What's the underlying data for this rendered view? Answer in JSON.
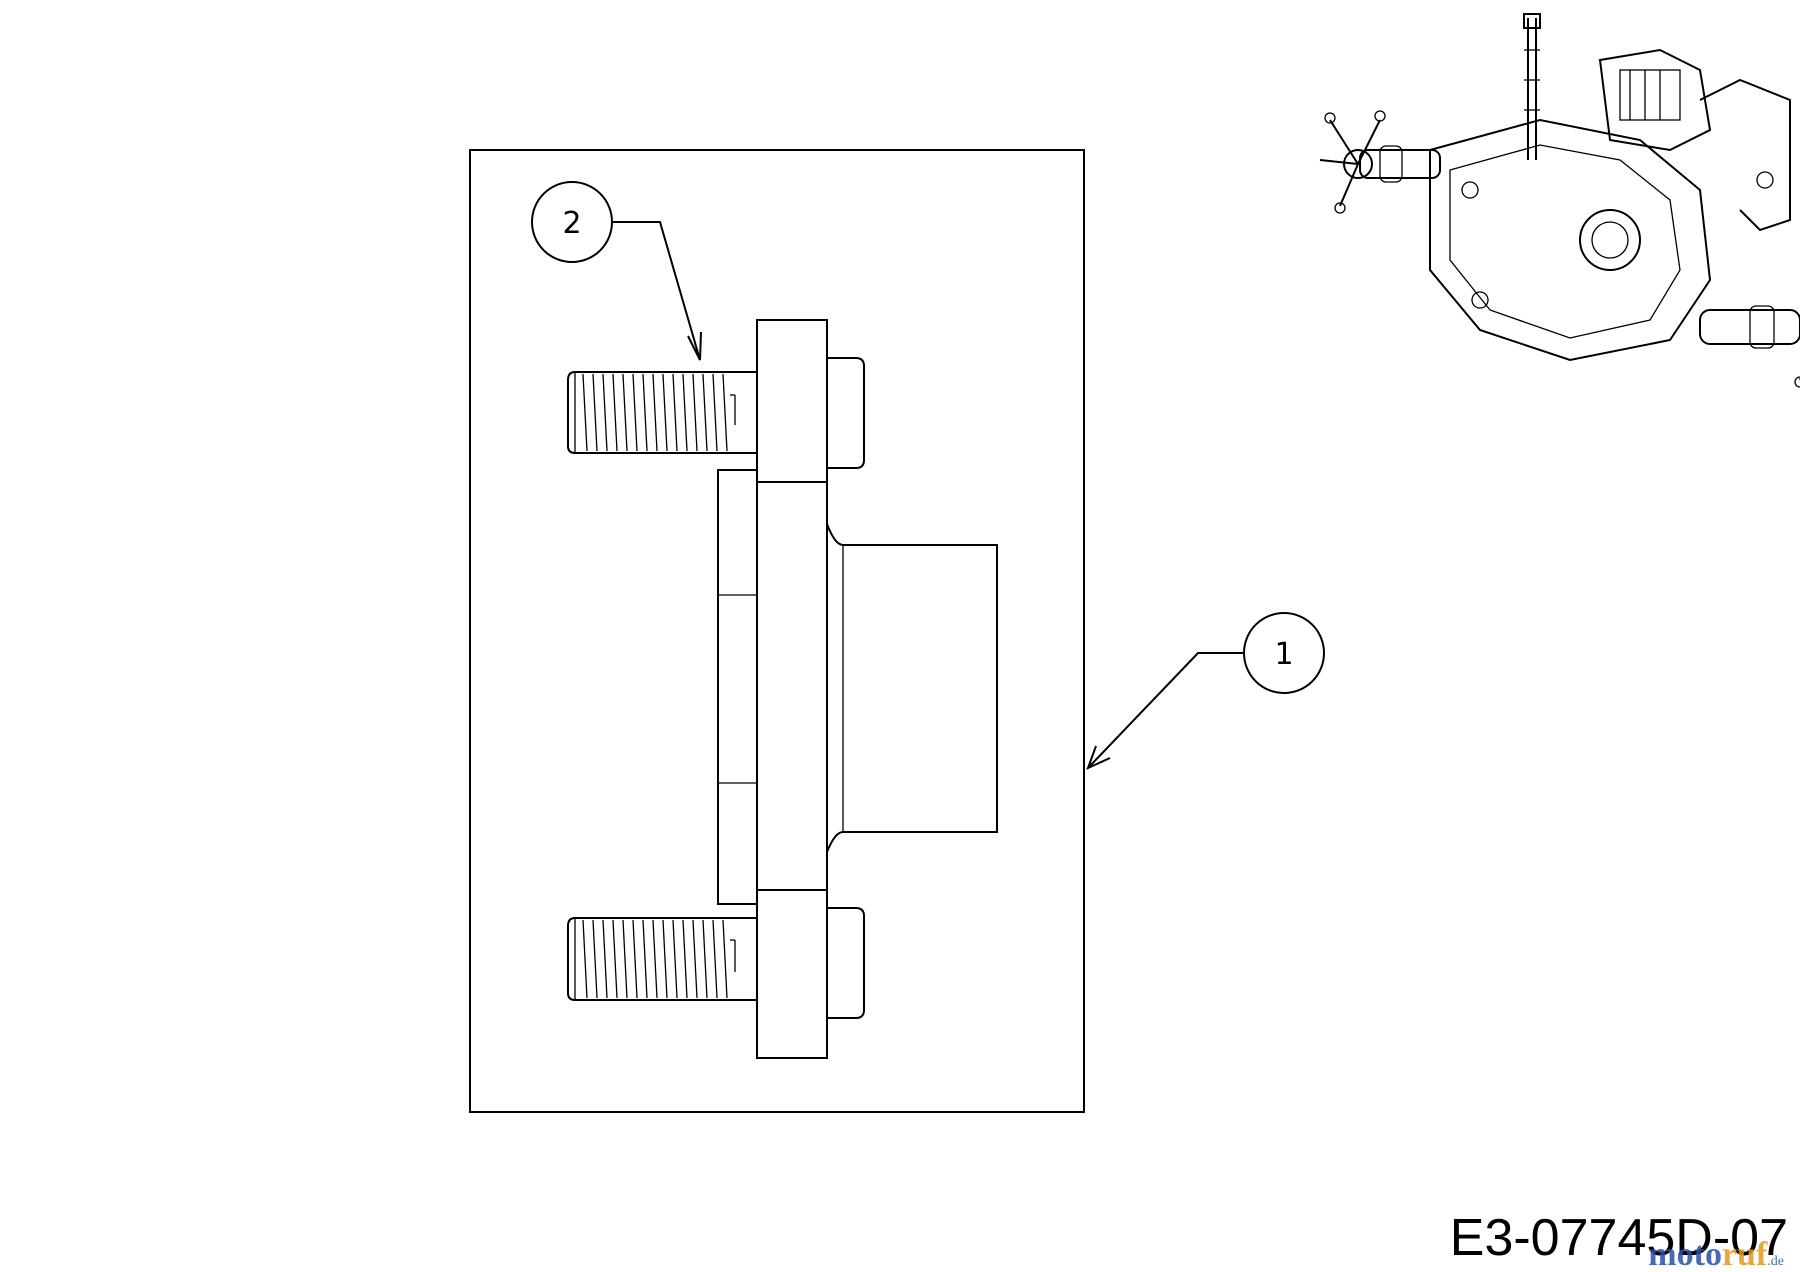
{
  "diagram": {
    "callouts": [
      {
        "number": "1"
      },
      {
        "number": "2"
      }
    ],
    "document_code": "E3-07745D-07",
    "watermark": {
      "part_a": "moto",
      "part_b": "ruf",
      "tld": ".de"
    },
    "colors": {
      "line": "#000000",
      "background": "#ffffff",
      "watermark_blue": "#2b4fa8",
      "watermark_orange": "#e39a1c"
    }
  }
}
